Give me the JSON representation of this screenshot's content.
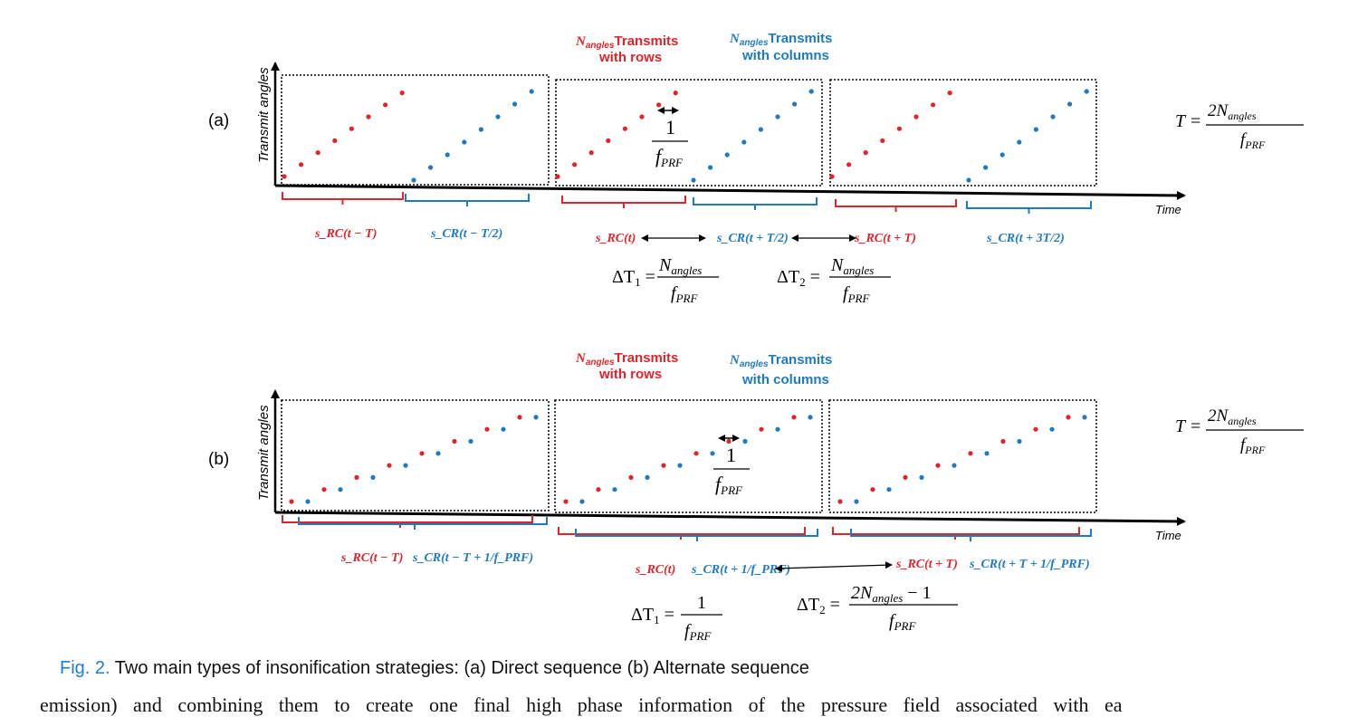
{
  "colors": {
    "red": "#e0242b",
    "blue": "#1e7bbf",
    "black": "#000000"
  },
  "panels": [
    {
      "label": "(a)",
      "ylabel": "Transmit angles",
      "xlabel": "Time",
      "header": {
        "red_sub": "angles",
        "red_line1": "Transmits",
        "red_line2": "with rows",
        "blue_sub": "angles",
        "blue_line1": "Transmits",
        "blue_line2": "with columns"
      },
      "period_lhs": "T =",
      "period_num": "2N",
      "period_num_sub": "angles",
      "period_den": "f",
      "period_den_sub": "PRF",
      "gap_num": "1",
      "gap_den": "f",
      "gap_den_sub": "PRF",
      "segments": [
        "s_RC(t − T)",
        "s_CR(t − T/2)",
        "s_RC(t)",
        "s_CR(t + T/2)",
        "s_RC(t + T)",
        "s_CR(t + 3T/2)"
      ],
      "dt1_lhs": "ΔT",
      "dt1_idx": "1",
      "dt1_num": "N",
      "dt1_num_sub": "angles",
      "dt1_den": "f",
      "dt1_den_sub": "PRF",
      "dt2_lhs": "ΔT",
      "dt2_idx": "2",
      "dt2_num": "N",
      "dt2_num_sub": "angles",
      "dt2_den": "f",
      "dt2_den_sub": "PRF"
    },
    {
      "label": "(b)",
      "ylabel": "Transmit angles",
      "xlabel": "Time",
      "header": {
        "red_sub": "angles",
        "red_line1": "Transmits",
        "red_line2": "with rows",
        "blue_sub": "angles",
        "blue_line1": "Transmits",
        "blue_line2": "with columns"
      },
      "period_lhs": "T =",
      "period_num": "2N",
      "period_num_sub": "angles",
      "period_den": "f",
      "period_den_sub": "PRF",
      "gap_num": "1",
      "gap_den": "f",
      "gap_den_sub": "PRF",
      "segments": [
        "s_RC(t − T)",
        "s_CR(t − T + 1/f_PRF)",
        "s_RC(t)",
        "s_CR(t + 1/f_PRF)",
        "s_RC(t + T)",
        "s_CR(t + T + 1/f_PRF)"
      ],
      "dt1_lhs": "ΔT",
      "dt1_idx": "1",
      "dt1_num": "1",
      "dt1_num_sub": "",
      "dt1_den": "f",
      "dt1_den_sub": "PRF",
      "dt2_lhs": "ΔT",
      "dt2_idx": "2",
      "dt2_num": "2N",
      "dt2_num_sub": "angles",
      "dt2_num_tail": " − 1",
      "dt2_den": "f",
      "dt2_den_sub": "PRF"
    }
  ],
  "caption": {
    "label": "Fig. 2.",
    "text": " Two main types of insonification strategies: (a) Direct sequence (b) Alternate sequence"
  },
  "body_text": "emission) and combining them to create one final high phase information of the pressure field associated with ea"
}
